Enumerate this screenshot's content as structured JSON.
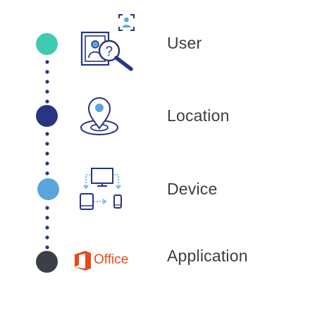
{
  "colors": {
    "node_user": "#3ecbb0",
    "node_location": "#273583",
    "node_device": "#5aa5dd",
    "node_application": "#3d3f47",
    "connector": "#273583",
    "icon_stroke": "#273583",
    "icon_accent": "#5aa5dd",
    "label_text": "#3a3d44",
    "office_brand": "#e64a19"
  },
  "steps": [
    {
      "label": "User",
      "icon": "user-search-icon"
    },
    {
      "label": "Location",
      "icon": "location-pin-icon"
    },
    {
      "label": "Device",
      "icon": "device-sync-icon"
    },
    {
      "label": "Application",
      "icon": "office-logo-icon"
    }
  ],
  "office_logo": {
    "text": "Office"
  }
}
